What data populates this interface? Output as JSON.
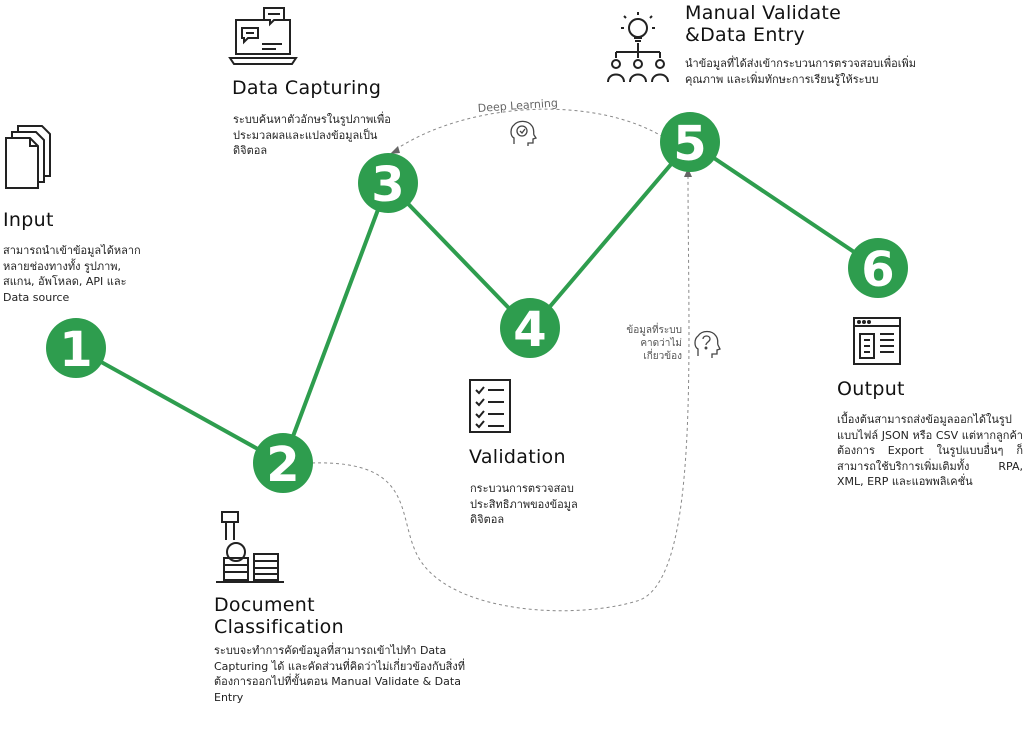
{
  "colors": {
    "accent": "#2e9d4e",
    "text": "#111111",
    "dashed": "#888888"
  },
  "steps": [
    {
      "number": "1",
      "title": "Input",
      "icon": "documents-icon",
      "desc": "สามารถนำเข้าข้อมูลได้หลากหลายช่องทางทั้ง รูปภาพ, สแกน, อัพโหลด, API และ Data source"
    },
    {
      "number": "2",
      "title": "Document\nClassification",
      "icon": "classification-icon",
      "desc": "ระบบจะทำการคัดข้อมูลที่สามารถเข้าไปทำ Data Capturing ได้ และคัดส่วนที่คิดว่าไม่เกี่ยวข้องกับสิ่งที่ต้องการออกไปที่ขั้นตอน Manual Validate & Data Entry"
    },
    {
      "number": "3",
      "title": "Data Capturing",
      "icon": "laptop-chat-icon",
      "desc": "ระบบค้นหาตัวอักษรในรูปภาพเพื่อประมวลผลและแปลงข้อมูลเป็นดิจิตอล"
    },
    {
      "number": "4",
      "title": "Validation",
      "icon": "checklist-icon",
      "desc": "กระบวนการตรวจสอบประสิทธิภาพของข้อมูลดิจิตอล"
    },
    {
      "number": "5",
      "title": "Manual Validate\n&Data Entry",
      "icon": "team-idea-icon",
      "desc": "นำข้อมูลที่ได้ส่งเข้ากระบวนการตรวจสอบเพื่อเพิ่มคุณภาพ และเพิ่มทักษะการเรียนรู้ให้ระบบ"
    },
    {
      "number": "6",
      "title": "Output",
      "icon": "browser-window-icon",
      "desc": "เบื้องต้นสามารถส่งข้อมูลออกได้ในรูปแบบไฟล์ JSON หรือ CSV แต่หากลูกค้าต้องการ Export ในรูปแบบอื่นๆ ก็สามารถใช้บริการเพิ่มเติมทั้ง RPA, XML, ERP และแอพพลิเคชั่น"
    }
  ],
  "annotations": {
    "deep_learning": "Deep Learning",
    "deep_learning_icon": "head-check-icon",
    "irrelevant_label": "ข้อมูลที่ระบบคาดว่าไม่เกี่ยวข้อง",
    "irrelevant_icon": "head-question-icon"
  }
}
